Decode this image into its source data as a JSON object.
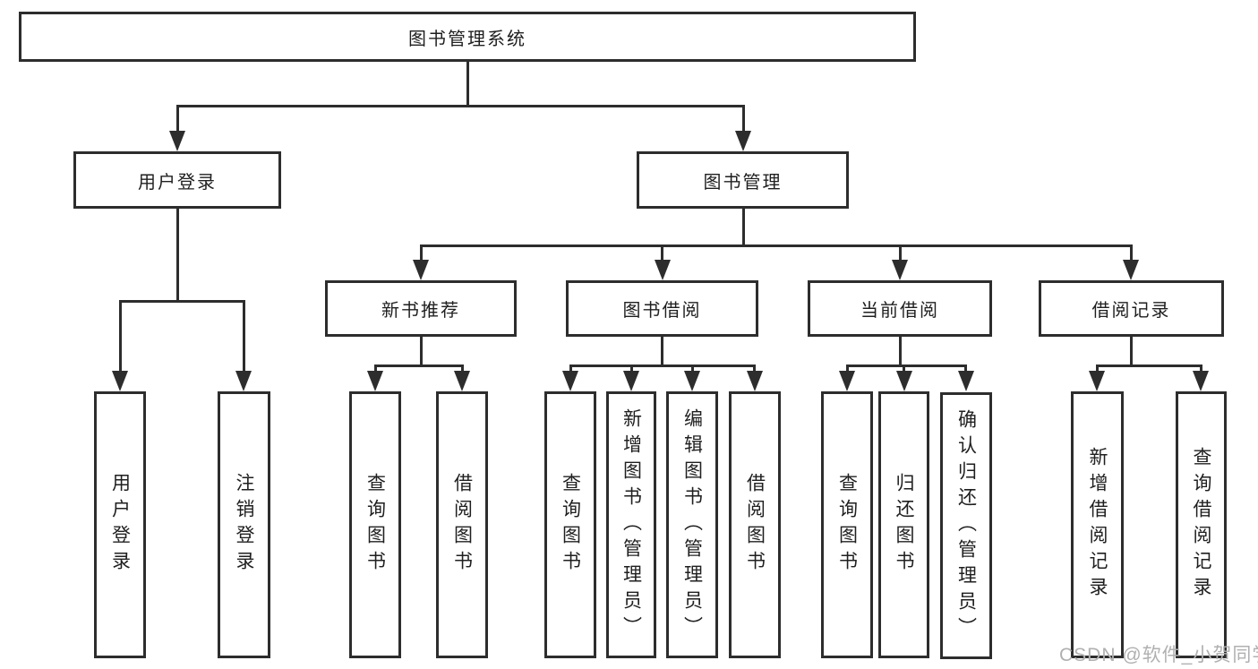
{
  "colors": {
    "line": "#2d2d2d",
    "box_border": "#2d2d2d",
    "box_background": "#ffffff",
    "text": "#1f1f1f",
    "watermark": "#b0b0b0"
  },
  "watermark": "CSDN @软件_小贺同学",
  "root": {
    "label": "图书管理系统"
  },
  "branches": [
    {
      "label": "用户登录",
      "leaves": [
        {
          "label": "用户登录"
        },
        {
          "label": "注销登录"
        }
      ]
    },
    {
      "label": "图书管理",
      "groups": [
        {
          "label": "新书推荐",
          "leaves": [
            {
              "label": "查询图书"
            },
            {
              "label": "借阅图书"
            }
          ]
        },
        {
          "label": "图书借阅",
          "leaves": [
            {
              "label": "查询图书"
            },
            {
              "label": "新增图书（管理员）"
            },
            {
              "label": "编辑图书（管理员）"
            },
            {
              "label": "借阅图书"
            }
          ]
        },
        {
          "label": "当前借阅",
          "leaves": [
            {
              "label": "查询图书"
            },
            {
              "label": "归还图书"
            },
            {
              "label": "确认归还（管理员）"
            }
          ]
        },
        {
          "label": "借阅记录",
          "leaves": [
            {
              "label": "新增借阅记录"
            },
            {
              "label": "查询借阅记录"
            }
          ]
        }
      ]
    }
  ]
}
